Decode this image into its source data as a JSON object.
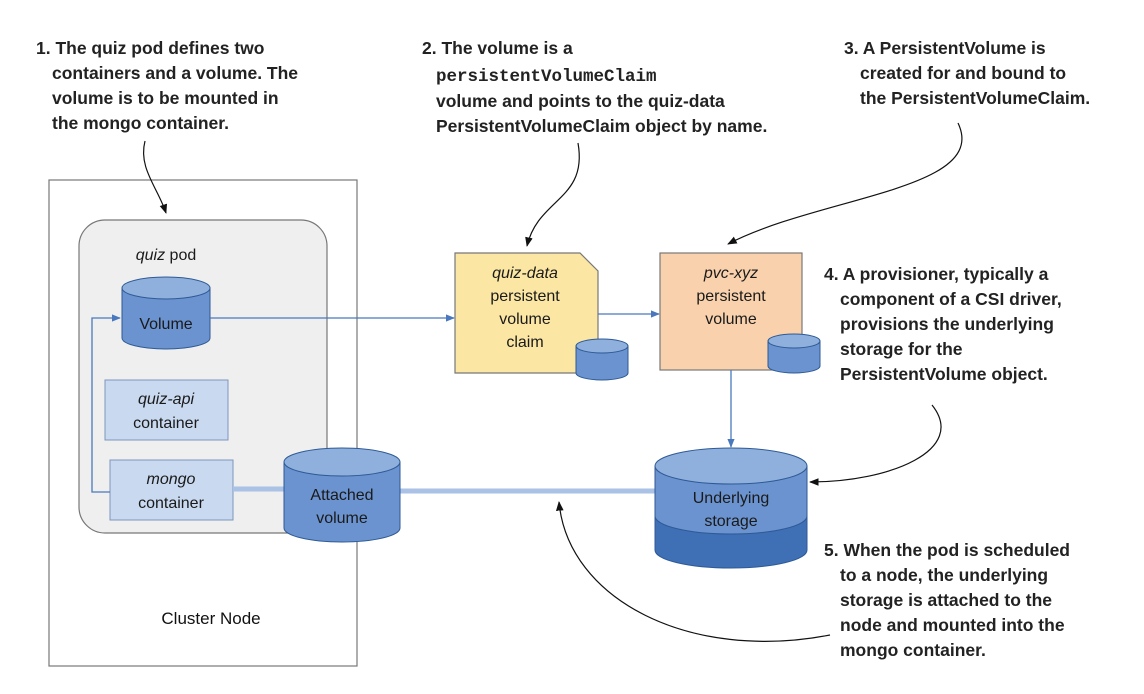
{
  "cluster_node": {
    "label": "Cluster Node"
  },
  "pod": {
    "name_italic": "quiz",
    "name_suffix": " pod"
  },
  "pod_volume": {
    "label": "Volume"
  },
  "quiz_api_container": {
    "name": "quiz-api",
    "suffix": "container"
  },
  "mongo_container": {
    "name": "mongo",
    "suffix": "container"
  },
  "attached_volume": {
    "line1": "Attached",
    "line2": "volume"
  },
  "pvc": {
    "name": "quiz-data",
    "line2": "persistent",
    "line3": "volume",
    "line4": "claim"
  },
  "pv": {
    "name": "pvc-xyz",
    "line2": "persistent",
    "line3": "volume"
  },
  "underlying_storage": {
    "line1": "Underlying",
    "line2": "storage"
  },
  "annotations": {
    "a1": [
      "1. The quiz pod defines two",
      "containers and a volume. The",
      "volume is to be mounted in",
      "the mongo container."
    ],
    "a2": {
      "line1": "2. The volume is a",
      "code": "persistentVolumeClaim",
      "line3": "volume and points to the quiz-data",
      "line4": "PersistentVolumeClaim object by name."
    },
    "a3": [
      "3. A PersistentVolume is",
      "created for and bound to",
      "the PersistentVolumeClaim."
    ],
    "a4": [
      "4. A provisioner, typically a",
      "component of a CSI driver,",
      "provisions the underlying",
      "storage for the",
      "PersistentVolume object."
    ],
    "a5": [
      "5. When the pod is scheduled",
      "to a node, the underlying",
      "storage is attached to the",
      "node and mounted into the",
      "mongo container."
    ]
  },
  "colors": {
    "pvc_fill": "#fbe6a3",
    "pv_fill": "#f9d2ad",
    "container_fill": "#c9d9ef",
    "pod_fill": "#efefef",
    "volume_blue": "#6b93cf",
    "mount_line": "#a9c2e6"
  }
}
